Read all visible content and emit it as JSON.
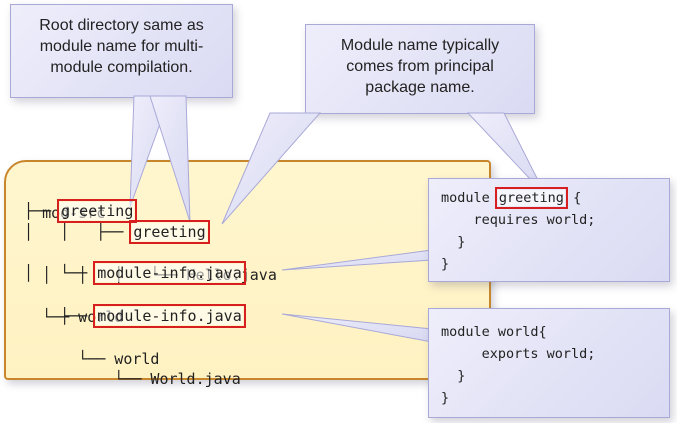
{
  "callouts": {
    "root_directory_note": "Root directory same as module name for multi-module compilation.",
    "module_name_note": "Module name typically comes from principal package name."
  },
  "tree": {
    "root": "mod-src",
    "greeting_dir_prefix": "├── ",
    "greeting_dir": "greeting",
    "greeting_pkg_prefix": "│   │   ├── ",
    "greeting_pkg": "greeting",
    "hello_file": "│   │   │   └── Hello.java",
    "greeting_info_prefix": "│   └── ",
    "greeting_info": "module-info.java",
    "world_dir": "└── world",
    "world_info_prefix": "    ├── ",
    "world_info": "module-info.java",
    "world_pkg": "    └── world",
    "world_file": "        └── World.java"
  },
  "greeting_module": {
    "line1_keyword": "module ",
    "line1_name": "greeting",
    "line1_brace": " {",
    "line2": "    requires world;",
    "line3": "  }",
    "line4": "}"
  },
  "world_module": {
    "line1": "module world{",
    "line2": "     exports world;",
    "line3": "  }",
    "line4": "}"
  },
  "colors": {
    "highlight_border": "#d81f1f",
    "panel_fill": "#fff3c6",
    "panel_border": "#c8862c",
    "callout_fill": "#e4e4f6"
  }
}
